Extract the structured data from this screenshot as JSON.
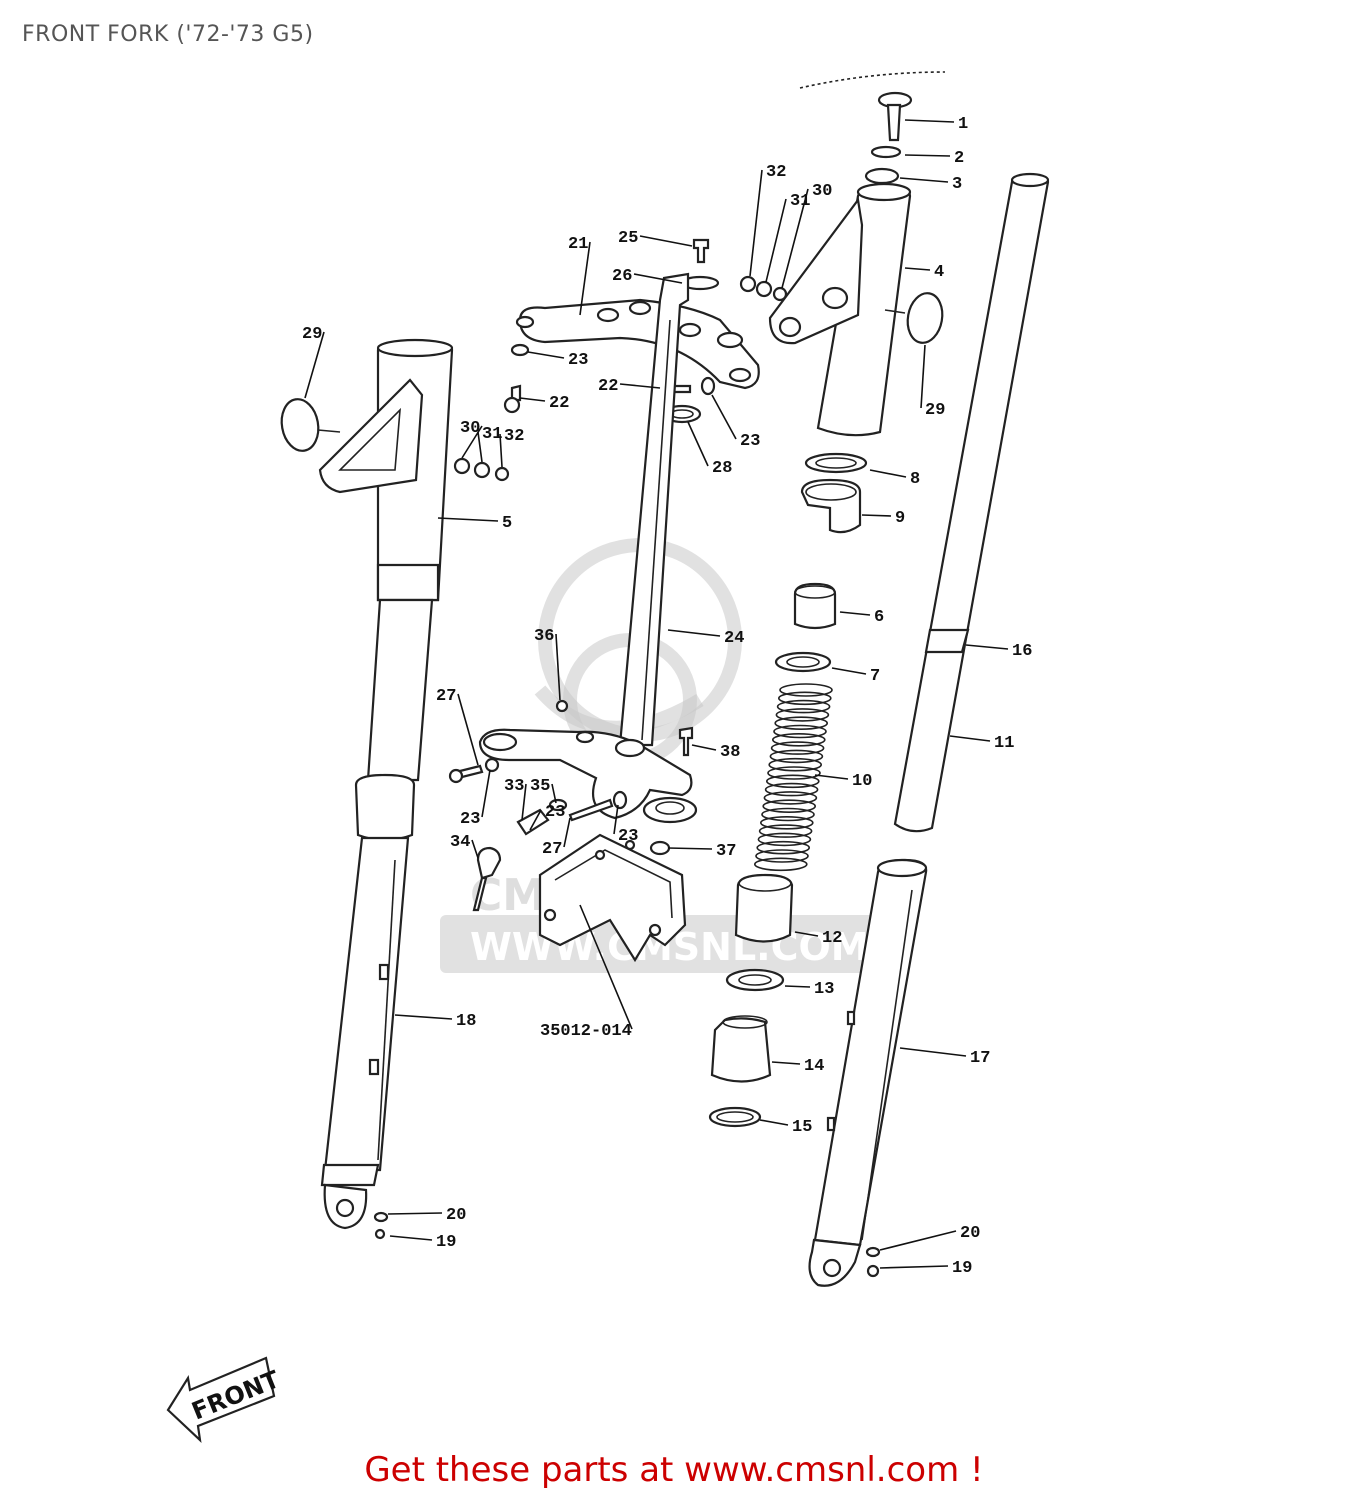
{
  "title": "FRONT FORK ('72-'73 G5)",
  "footer": "Get these parts at www.cmsnl.com !",
  "front_label": "FRONT",
  "watermark": {
    "brand": "CMS",
    "url": "WWW.CMSNL.COM",
    "color": "#c9c9c9"
  },
  "colors": {
    "footer_text": "#cc0000",
    "title_text": "#555555",
    "line_art": "#222222"
  },
  "callouts": [
    "1",
    "2",
    "3",
    "4",
    "5",
    "6",
    "7",
    "8",
    "9",
    "10",
    "11",
    "12",
    "13",
    "14",
    "15",
    "16",
    "17",
    "18",
    "19",
    "19",
    "20",
    "20",
    "21",
    "22",
    "22",
    "23",
    "23",
    "23",
    "23",
    "23",
    "24",
    "25",
    "26",
    "27",
    "27",
    "28",
    "29",
    "29",
    "30",
    "30",
    "31",
    "31",
    "32",
    "32",
    "33",
    "34",
    "35",
    "36",
    "37",
    "38",
    "35012-014"
  ]
}
